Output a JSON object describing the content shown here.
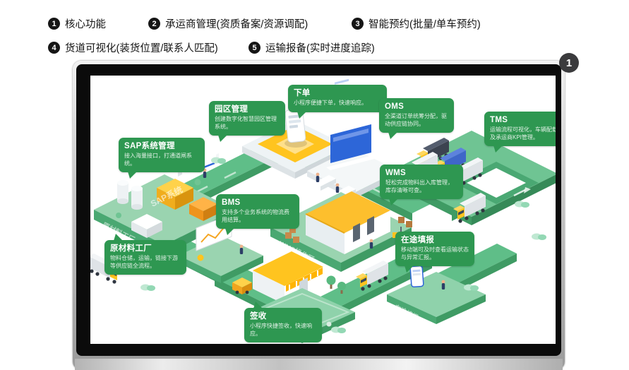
{
  "header": {
    "features": [
      {
        "num": "1",
        "label": "核心功能"
      },
      {
        "num": "2",
        "label": "承运商管理(资质备案/资源调配)"
      },
      {
        "num": "3",
        "label": "智能预约(批量/单车预约)"
      },
      {
        "num": "4",
        "label": "货道可视化(装货位置/联系人匹配)"
      },
      {
        "num": "5",
        "label": "运输报备(实时进度追踪)"
      }
    ]
  },
  "monitor": {
    "corner_badge": "1"
  },
  "diagram": {
    "callouts": [
      {
        "title": "SAP系统管理",
        "desc": "接入海量接口，打通道闸系统。"
      },
      {
        "title": "园区管理",
        "desc": "创建数字化智慧园区管理系统。"
      },
      {
        "title": "下单",
        "desc": "小程序便捷下单，快速响应。"
      },
      {
        "title": "OMS",
        "desc": "全渠道订单统筹分配，驱动供应链协同。"
      },
      {
        "title": "TMS",
        "desc": "运输流程可视化，车辆配载及承运商KPI管理。"
      },
      {
        "title": "WMS",
        "desc": "轻松完成物料出入库管理，库存清晰可查。"
      },
      {
        "title": "BMS",
        "desc": "支持多个业务系统的物流费用结算。"
      },
      {
        "title": "原材料工厂",
        "desc": "物料仓储，运输，链接下游等供应链全流程。"
      },
      {
        "title": "在途填报",
        "desc": "移动端可及时查看运输状态与异常汇报。"
      },
      {
        "title": "签收",
        "desc": "小程序快捷签收，快速响应。"
      }
    ],
    "ground_labels": {
      "sap": "SAP系统",
      "yuanqu": "园区管理",
      "factory": "原材料工厂",
      "wms": "WMS操作区",
      "zaitu": "在途填报"
    }
  },
  "colors": {
    "callout_green": "#2E9751",
    "platform_green": "#9AD4B0",
    "road_green": "#5FBE88",
    "accent_yellow": "#FFC41F",
    "screen_blue": "#2D66D8"
  }
}
